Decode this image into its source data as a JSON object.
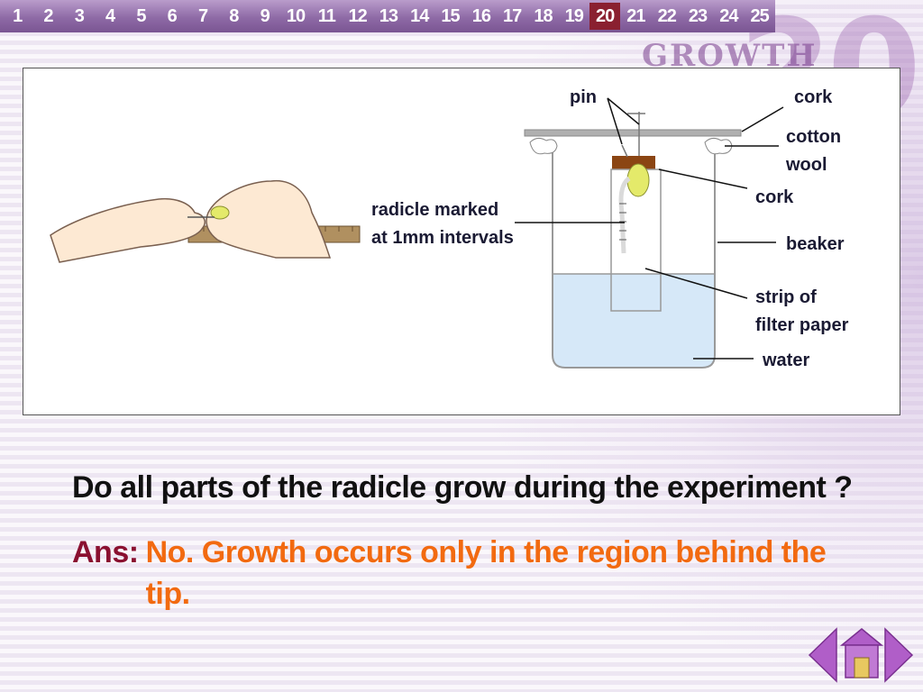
{
  "slide_numbers": [
    "1",
    "2",
    "3",
    "4",
    "5",
    "6",
    "7",
    "8",
    "9",
    "10",
    "11",
    "12",
    "13",
    "14",
    "15",
    "16",
    "17",
    "18",
    "19",
    "20",
    "21",
    "22",
    "23",
    "24",
    "25"
  ],
  "current_slide": "20",
  "brand": {
    "word": "GROWTH",
    "numeral": "20"
  },
  "diagram": {
    "labels": {
      "pin": "pin",
      "cork_top": "cork",
      "cotton_line1": "cotton",
      "cotton_line2": "wool",
      "cork_mid": "cork",
      "radicle_line1": "radicle marked",
      "radicle_line2": "at 1mm intervals",
      "beaker": "beaker",
      "strip_line1": "strip of",
      "strip_line2": "filter paper",
      "water": "water"
    }
  },
  "question": "Do all parts of the radicle grow during the experiment ?",
  "answer": {
    "prefix": "Ans:",
    "text": "No. Growth occurs only in the region behind the tip."
  },
  "colors": {
    "topbar": "#8e6aa6",
    "active_slide": "#8a2030",
    "answer_prefix": "#8a1030",
    "answer_text": "#f26a10",
    "water": "#d6e8f8",
    "nav": "#b05ec8"
  },
  "nav": {
    "prev": "prev-arrow-icon",
    "home": "home-icon",
    "next": "next-arrow-icon"
  }
}
